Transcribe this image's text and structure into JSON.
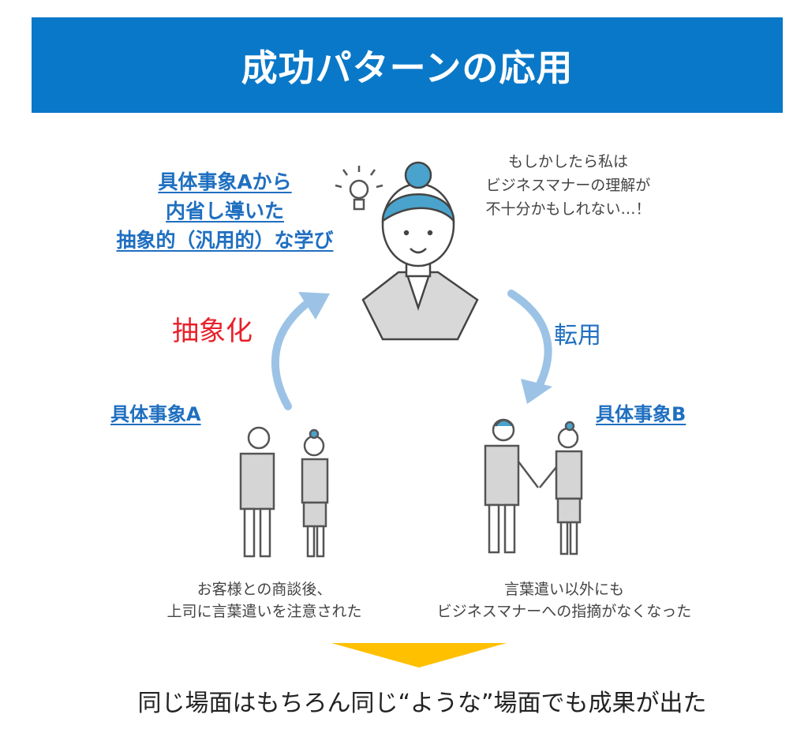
{
  "title": "成功パターンの応用",
  "learning_lines": [
    "具体事象Aから",
    "内省し導いた",
    "抽象的（汎用的）な学び"
  ],
  "thought_lines": [
    "もしかしたら私は",
    "ビジネスマナーの理解が",
    "不十分かもしれない…！"
  ],
  "abstract_label": "抽象化",
  "transfer_label": "転用",
  "case_a": {
    "label": "具体事象A",
    "caption": [
      "お客様との商談後、",
      "上司に言葉遣いを注意された"
    ]
  },
  "case_b": {
    "label": "具体事象B",
    "caption": [
      "言葉遣い以外にも",
      "ビジネスマナーへの指摘がなくなった"
    ]
  },
  "conclusion": "同じ場面はもちろん同じ“ような”場面でも成果が出た",
  "colors": {
    "header": "#0a78c8",
    "accent_blue": "#1f6fc0",
    "red": "#e8202a",
    "arrow": "#9cc3e6",
    "triangle": "#ffc000",
    "hair": "#4aa3cc"
  }
}
